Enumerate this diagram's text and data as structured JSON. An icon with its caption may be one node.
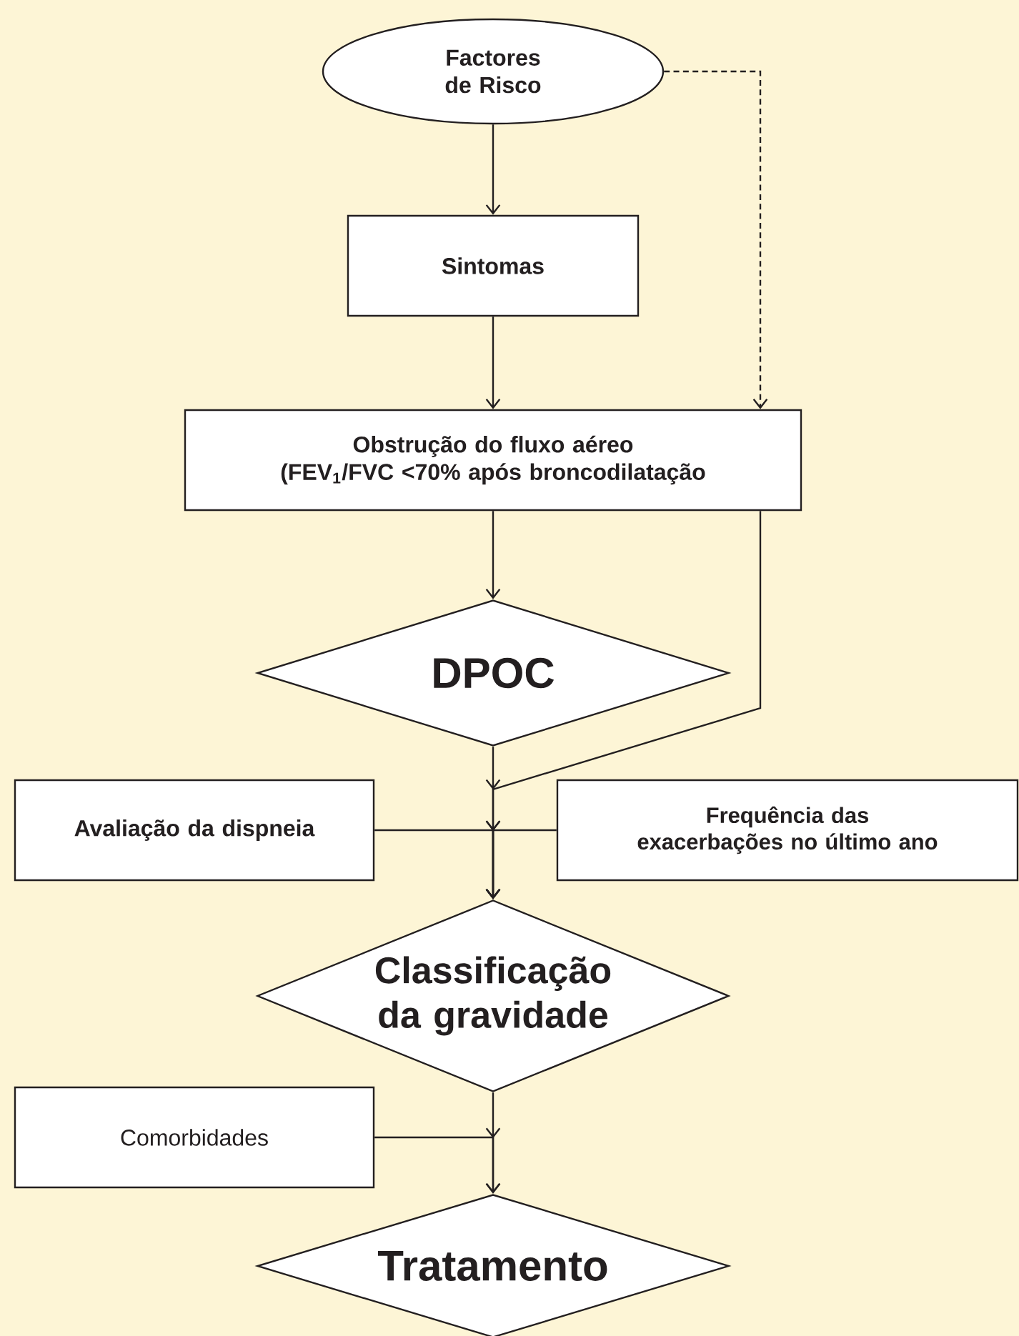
{
  "diagram": {
    "nodes": [
      {
        "text": [
          "Factores de Risco"
        ]
      },
      {
        "text": [
          "Sintomas"
        ]
      },
      {
        "text": [
          "Obstrução do fluxo aéreo",
          "(FEV$_{1}$/FVC <70% após broncodilatação"
        ]
      },
      {
        "text": [
          "DPOC"
        ]
      },
      {
        "text": [
          "Avaliação da dispneia"
        ]
      },
      {
        "text": [
          "Frequência das exacerbações no último ano"
        ]
      },
      {
        "text": [
          "Classificação da gravidade"
        ]
      },
      {
        "text": [
          "Comorbidades"
        ]
      },
      {
        "text": [
          "Tratamento"
        ]
      }
    ],
    "edges": [
      {
        "from": 0,
        "to": 1,
        "arrow": "to"
      },
      {
        "from": 1,
        "to": 2,
        "arrow": "to"
      },
      {
        "from": 0,
        "to": 2,
        "arrow": "to",
        "style": "dashed"
      },
      {
        "from": 2,
        "to": 3,
        "arrow": "to"
      },
      {
        "from": 3,
        "to": 6,
        "arrow": "to"
      },
      {
        "from": 2,
        "to": 6,
        "arrow": "to"
      },
      {
        "from": 4,
        "to": 6,
        "arrow": "to"
      },
      {
        "from": 5,
        "to": 6,
        "arrow": "to"
      },
      {
        "from": 6,
        "to": 8,
        "arrow": "to"
      },
      {
        "from": 7,
        "to": 8,
        "arrow": "to"
      }
    ]
  }
}
